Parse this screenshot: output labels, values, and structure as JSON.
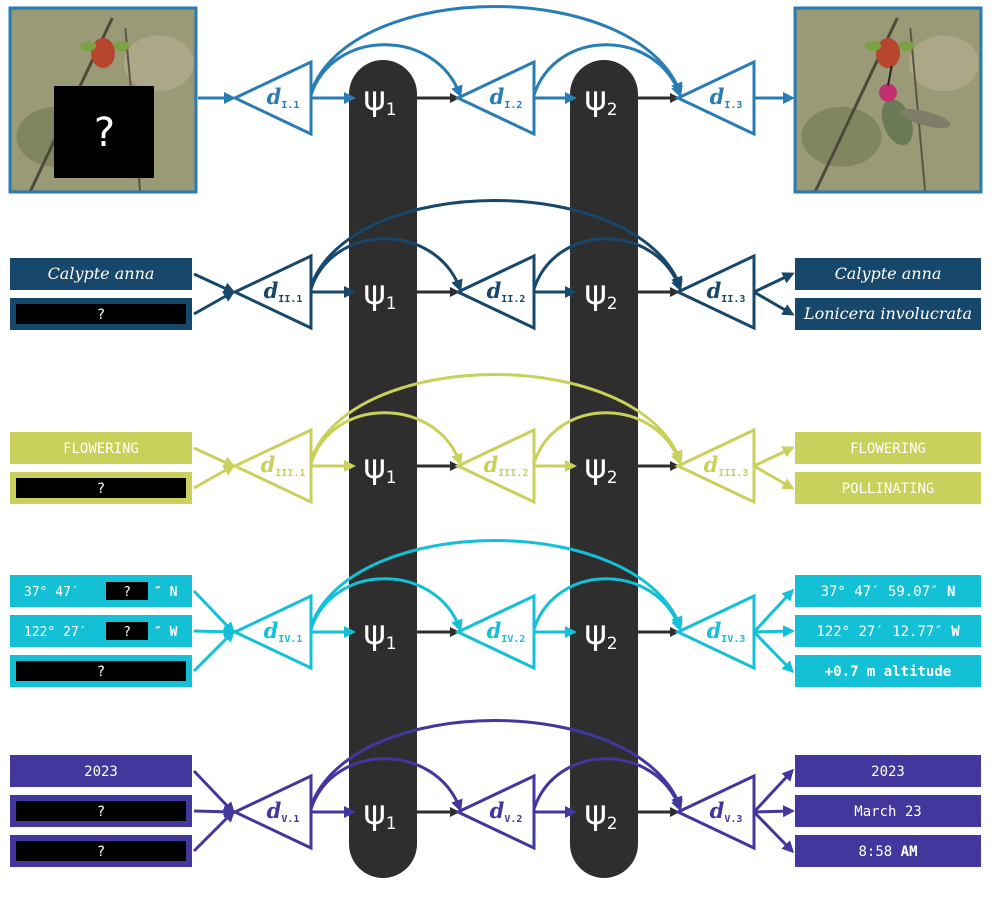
{
  "colors": {
    "pillar": "#2e2e2e",
    "row1": "#2a7db4",
    "row2": "#17476b",
    "row3": "#c9d05b",
    "row4": "#14c0d6",
    "row5": "#42379c"
  },
  "psi": {
    "symbol": "ψ",
    "subscripts": [
      "1",
      "2"
    ]
  },
  "rows": [
    {
      "id": "I",
      "color": "#2a7db4",
      "d_labels": [
        "I.1",
        "I.2",
        "I.3"
      ],
      "image_in": {
        "mask_text": "?",
        "depicts": "flower"
      },
      "image_out": {
        "depicts": "hummingbird-feeding"
      }
    },
    {
      "id": "II",
      "color": "#17476b",
      "d_labels": [
        "II.1",
        "II.2",
        "II.3"
      ],
      "inputs": [
        {
          "text": "Calypte anna"
        },
        {
          "masked": "?"
        }
      ],
      "outputs": [
        {
          "text": "Calypte anna"
        },
        {
          "text": "Lonicera involucrata"
        }
      ]
    },
    {
      "id": "III",
      "color": "#c9d05b",
      "d_labels": [
        "III.1",
        "III.2",
        "III.3"
      ],
      "inputs": [
        {
          "text": "FLOWERING"
        },
        {
          "masked": "?"
        }
      ],
      "outputs": [
        {
          "text": "FLOWERING"
        },
        {
          "text": "POLLINATING"
        }
      ]
    },
    {
      "id": "IV",
      "color": "#14c0d6",
      "d_labels": [
        "IV.1",
        "IV.2",
        "IV.3"
      ],
      "inputs": [
        {
          "prefix": "37° 47′",
          "mask": "?",
          "suffix": "″ N"
        },
        {
          "prefix": "122° 27′",
          "mask": "?",
          "suffix": "″ W"
        },
        {
          "masked": "?"
        }
      ],
      "outputs": [
        {
          "prefix": "37° 47′ 59.07″ ",
          "bold": "N"
        },
        {
          "prefix": "122° 27′ 12.77″ ",
          "bold": "W"
        },
        {
          "bold": "+0.7 m altitude"
        }
      ]
    },
    {
      "id": "V",
      "color": "#42379c",
      "d_labels": [
        "V.1",
        "V.2",
        "V.3"
      ],
      "inputs": [
        {
          "text": "2023"
        },
        {
          "masked": "?"
        },
        {
          "masked": "?"
        }
      ],
      "outputs": [
        {
          "text": "2023"
        },
        {
          "text": "March 23"
        },
        {
          "prefix": "8:58 ",
          "bold": "AM"
        }
      ]
    }
  ]
}
